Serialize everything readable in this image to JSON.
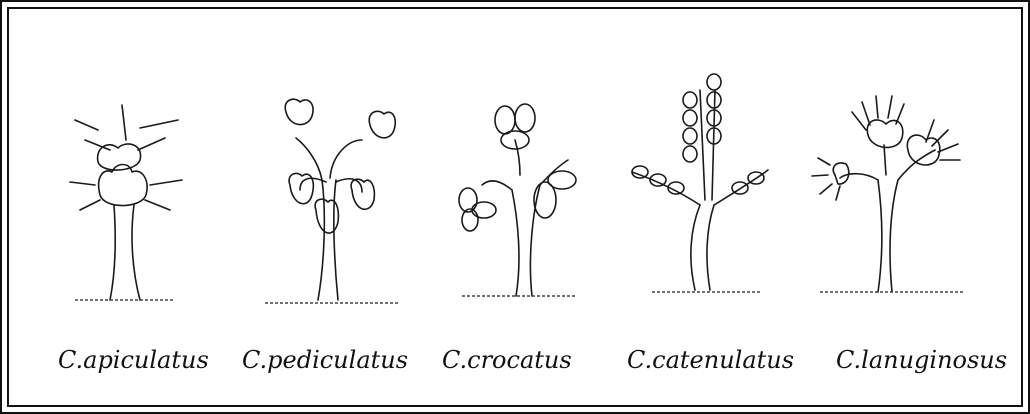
{
  "figure": {
    "labels": [
      "C.apiculatus",
      "C.pediculatus",
      "C.crocatus",
      "C.catenulatus",
      "C.lanuginosus"
    ]
  }
}
